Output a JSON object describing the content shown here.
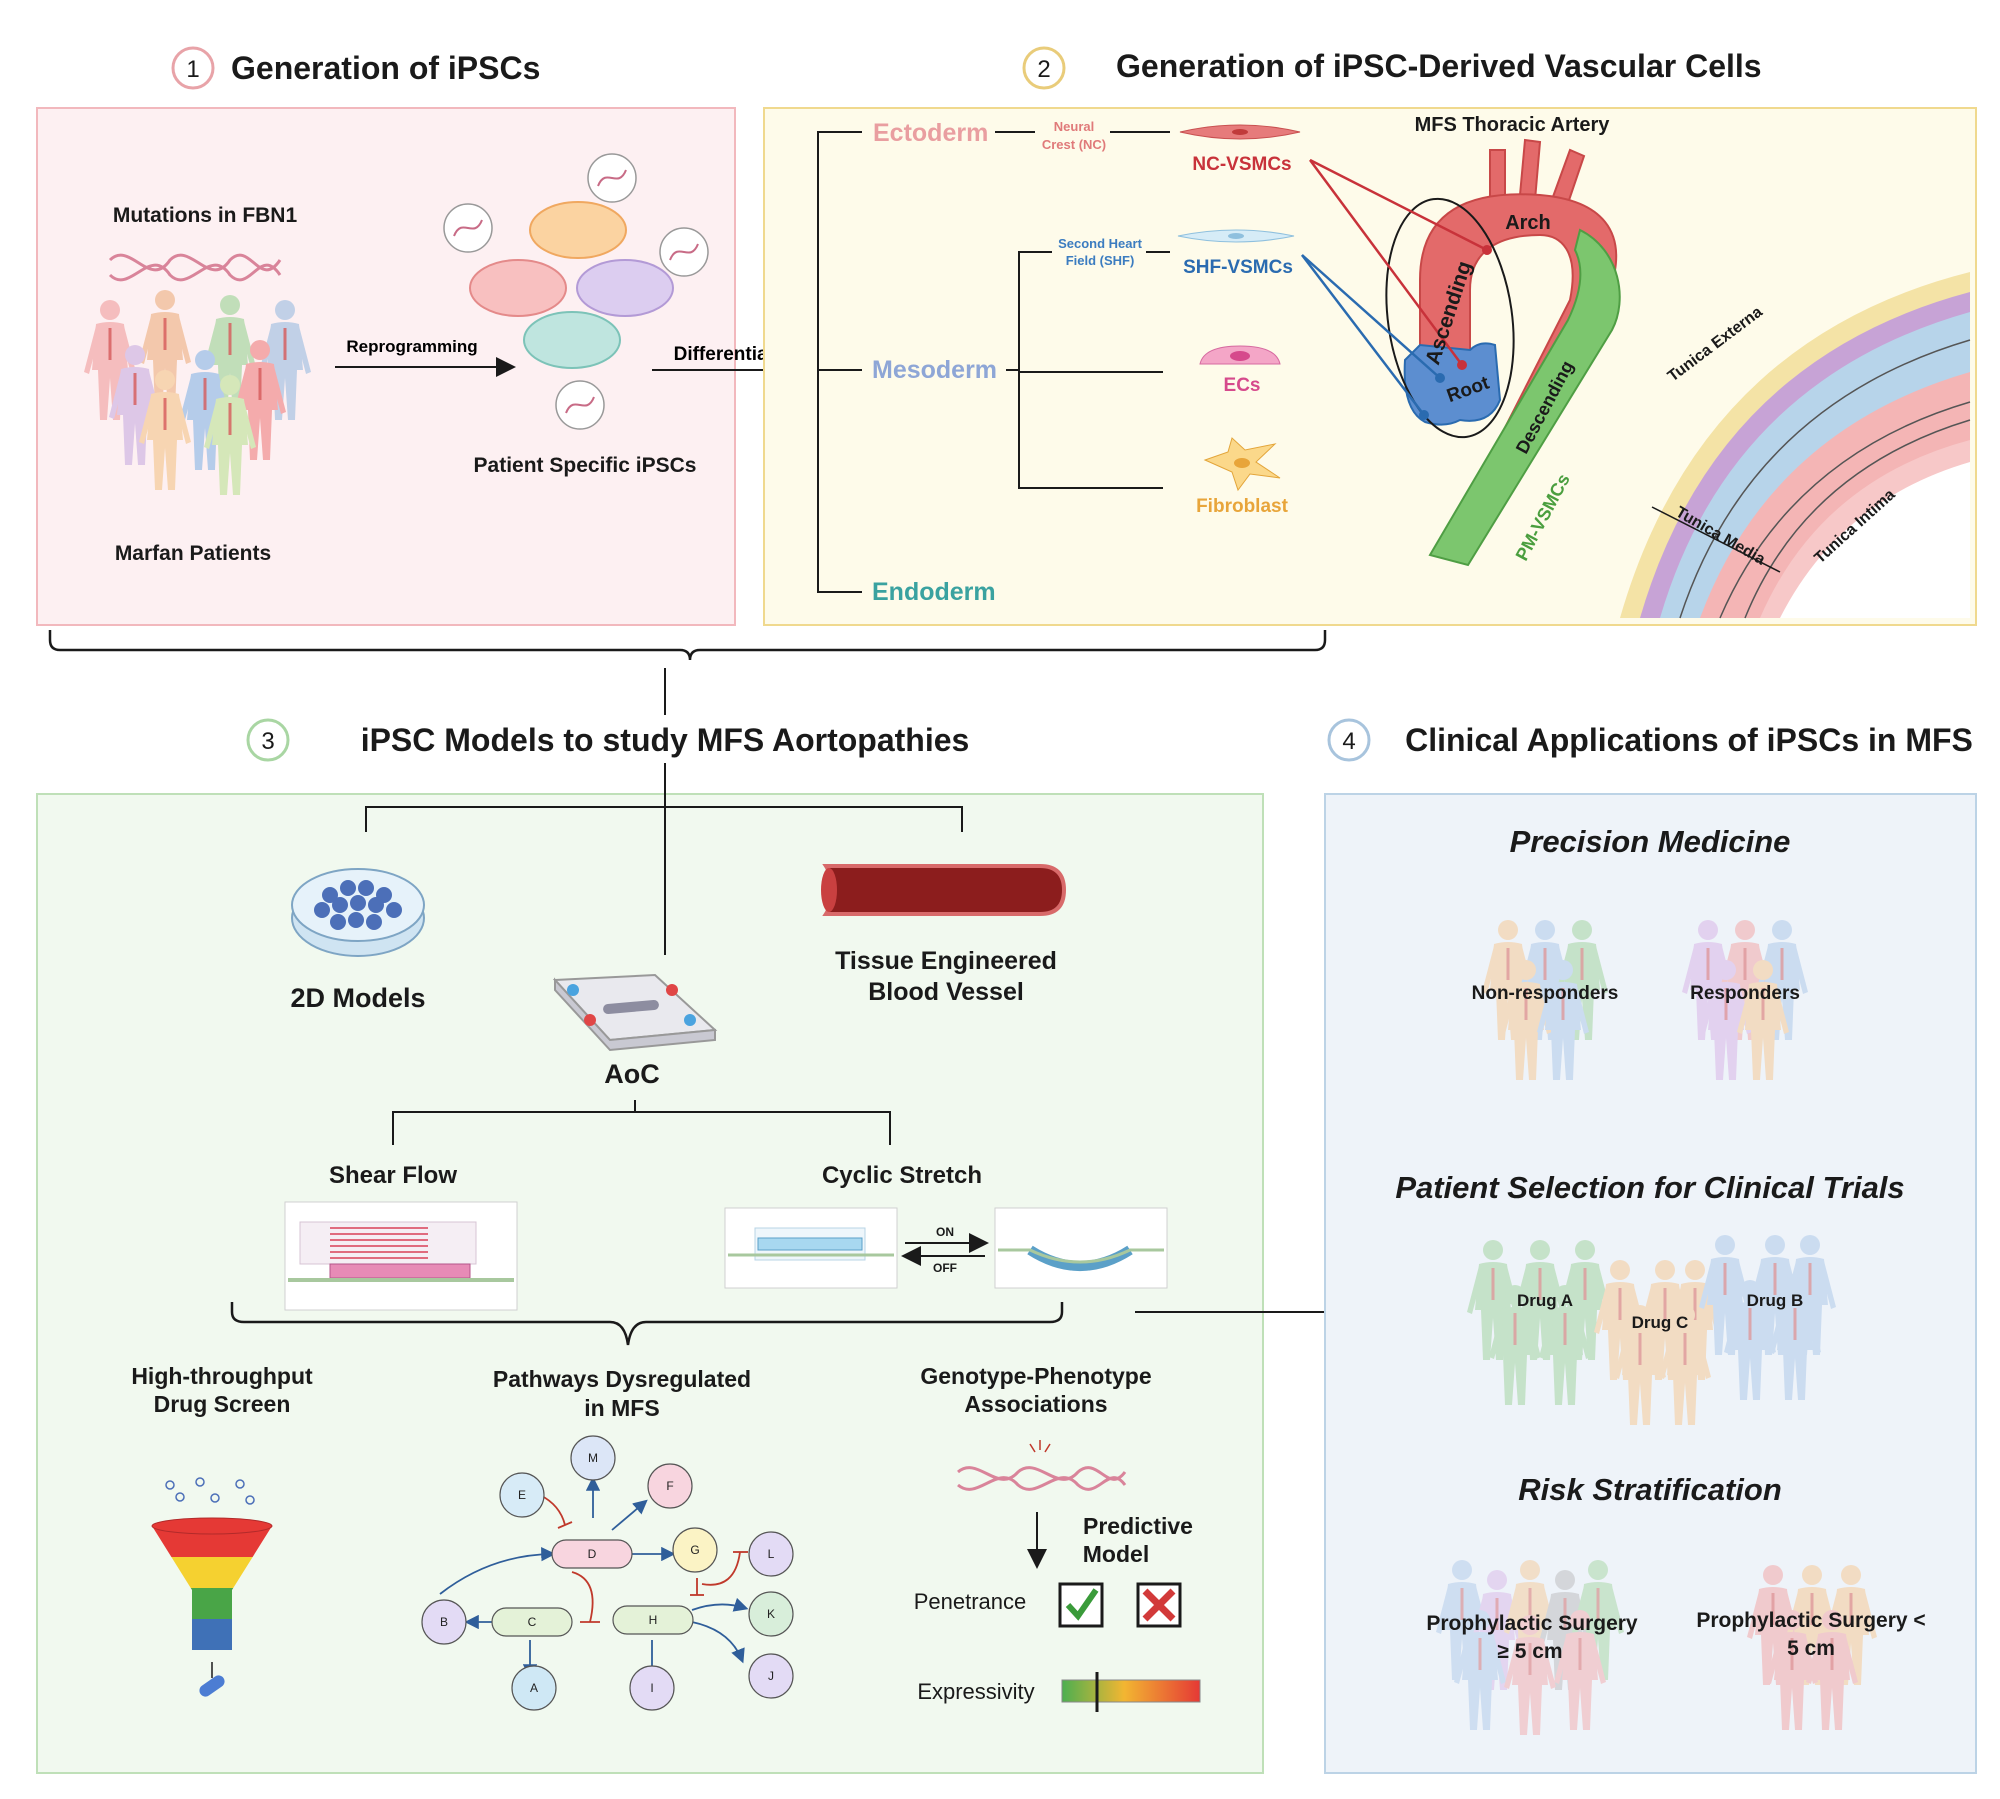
{
  "panels": {
    "p1": {
      "number": "1",
      "title": "Generation of iPSCs",
      "color": "#e8a3a8",
      "fill": "#fdf0f2"
    },
    "p2": {
      "number": "2",
      "title": "Generation of iPSC-Derived Vascular Cells",
      "color": "#e9cc7a",
      "fill": "#fefbea"
    },
    "p3": {
      "number": "3",
      "title": "iPSC Models to study MFS Aortopathies",
      "color": "#a9d6a3",
      "fill": "#f1f9ef"
    },
    "p4": {
      "number": "4",
      "title": "Clinical Applications of iPSCs in MFS",
      "color": "#a8c4dd",
      "fill": "#eef3f9"
    }
  },
  "panel1": {
    "mutations": "Mutations in FBN1",
    "patients": "Marfan Patients",
    "reprogramming": "Reprogramming",
    "ipscs": "Patient Specific iPSCs",
    "differentiation": "Differentiation"
  },
  "panel2": {
    "ectoderm": "Ectoderm",
    "mesoderm": "Mesoderm",
    "endoderm": "Endoderm",
    "neural_crest_1": "Neural",
    "neural_crest_2": "Crest (NC)",
    "shf_1": "Second Heart",
    "shf_2": "Field (SHF)",
    "nc_vsmcs": "NC-VSMCs",
    "shf_vsmcs": "SHF-VSMCs",
    "ecs": "ECs",
    "fibroblast": "Fibroblast",
    "artery_title": "MFS Thoracic Artery",
    "arch": "Arch",
    "ascending": "Ascending",
    "root": "Root",
    "descending": "Descending",
    "pm_vsmcs": "PM-VSMCs",
    "tunica_externa": "Tunica Externa",
    "tunica_media": "Tunica Media",
    "tunica_intima": "Tunica Intima",
    "colors": {
      "ectoderm": "#e99ea0",
      "mesoderm": "#8ea6d6",
      "endoderm": "#3aa2a0",
      "nc": "#c8323a",
      "shf": "#2a6bb0",
      "ecs": "#d64a8c",
      "fibro": "#e8a53a",
      "pm": "#5bb04f"
    }
  },
  "panel3": {
    "models_2d": "2D Models",
    "aoc": "AoC",
    "tebv_1": "Tissue Engineered",
    "tebv_2": "Blood Vessel",
    "shear": "Shear Flow",
    "cyclic": "Cyclic Stretch",
    "on": "ON",
    "off": "OFF",
    "hts_1": "High-throughput",
    "hts_2": "Drug Screen",
    "path_1": "Pathways Dysregulated",
    "path_2": "in MFS",
    "gp_1": "Genotype-Phenotype",
    "gp_2": "Associations",
    "predictive_1": "Predictive",
    "predictive_2": "Model",
    "penetrance": "Penetrance",
    "expressivity": "Expressivity",
    "nodes": [
      "M",
      "E",
      "F",
      "D",
      "G",
      "L",
      "C",
      "H",
      "B",
      "K",
      "A",
      "I",
      "J"
    ]
  },
  "panel4": {
    "precision": "Precision Medicine",
    "non_responders": "Non-responders",
    "responders": "Responders",
    "selection": "Patient Selection for Clinical Trials",
    "drug_a": "Drug A",
    "drug_b": "Drug B",
    "drug_c": "Drug C",
    "risk": "Risk Stratification",
    "surgery_ge_1": "Prophylactic Surgery",
    "surgery_ge_2": "≥ 5 cm",
    "surgery_lt_1": "Prophylactic Surgery <",
    "surgery_lt_2": "5 cm"
  }
}
